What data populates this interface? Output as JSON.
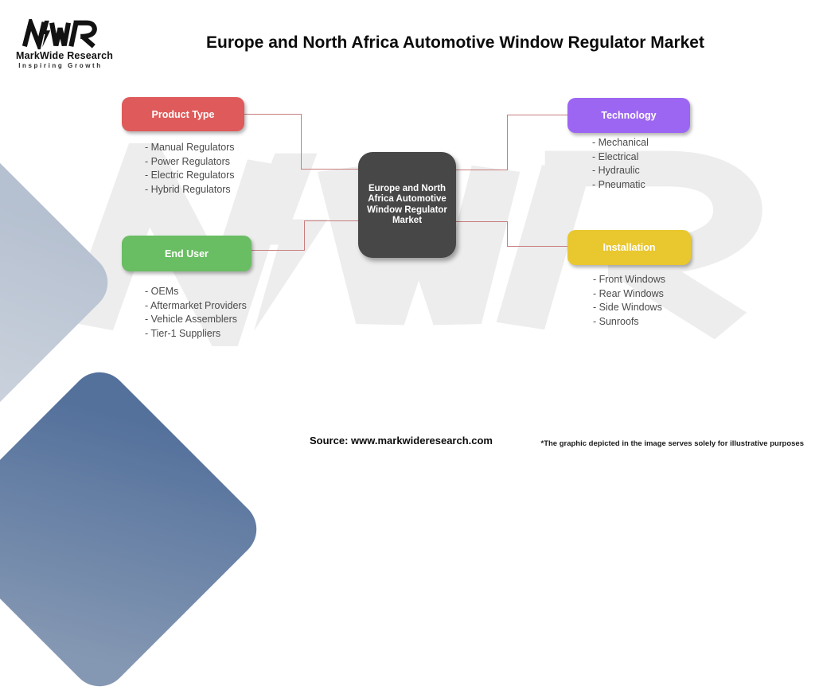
{
  "colors": {
    "product_type": "#df5a5a",
    "technology": "#9c66f2",
    "end_user": "#69bd62",
    "installation": "#e9c72e",
    "central_node": "#474747",
    "connector": "#c87d7d",
    "watermark": "#ededed"
  },
  "header": {
    "title": "Europe and North Africa Automotive Window Regulator Market",
    "logo": {
      "monogram": "MWR",
      "brand": "MarkWide Research",
      "tagline": "Inspiring Growth"
    }
  },
  "central_node": {
    "label": "Europe and North Africa Automotive Window Regulator Market"
  },
  "groups": [
    {
      "label": "Product Type",
      "items": [
        "- Manual Regulators",
        "- Power Regulators",
        "- Electric Regulators",
        "- Hybrid Regulators"
      ]
    },
    {
      "label": "Technology",
      "items": [
        "- Mechanical",
        "- Electrical",
        "- Hydraulic",
        "- Pneumatic"
      ]
    },
    {
      "label": "End User",
      "items": [
        "- OEMs",
        "- Aftermarket Providers",
        "- Vehicle Assemblers",
        "- Tier-1 Suppliers"
      ]
    },
    {
      "label": "Installation",
      "items": [
        "- Front Windows",
        "- Rear Windows",
        "- Side Windows",
        "- Sunroofs"
      ]
    }
  ],
  "footer": {
    "source": "Source: www.markwideresearch.com",
    "disclaimer": "*The graphic depicted in the image serves solely for illustrative purposes"
  }
}
